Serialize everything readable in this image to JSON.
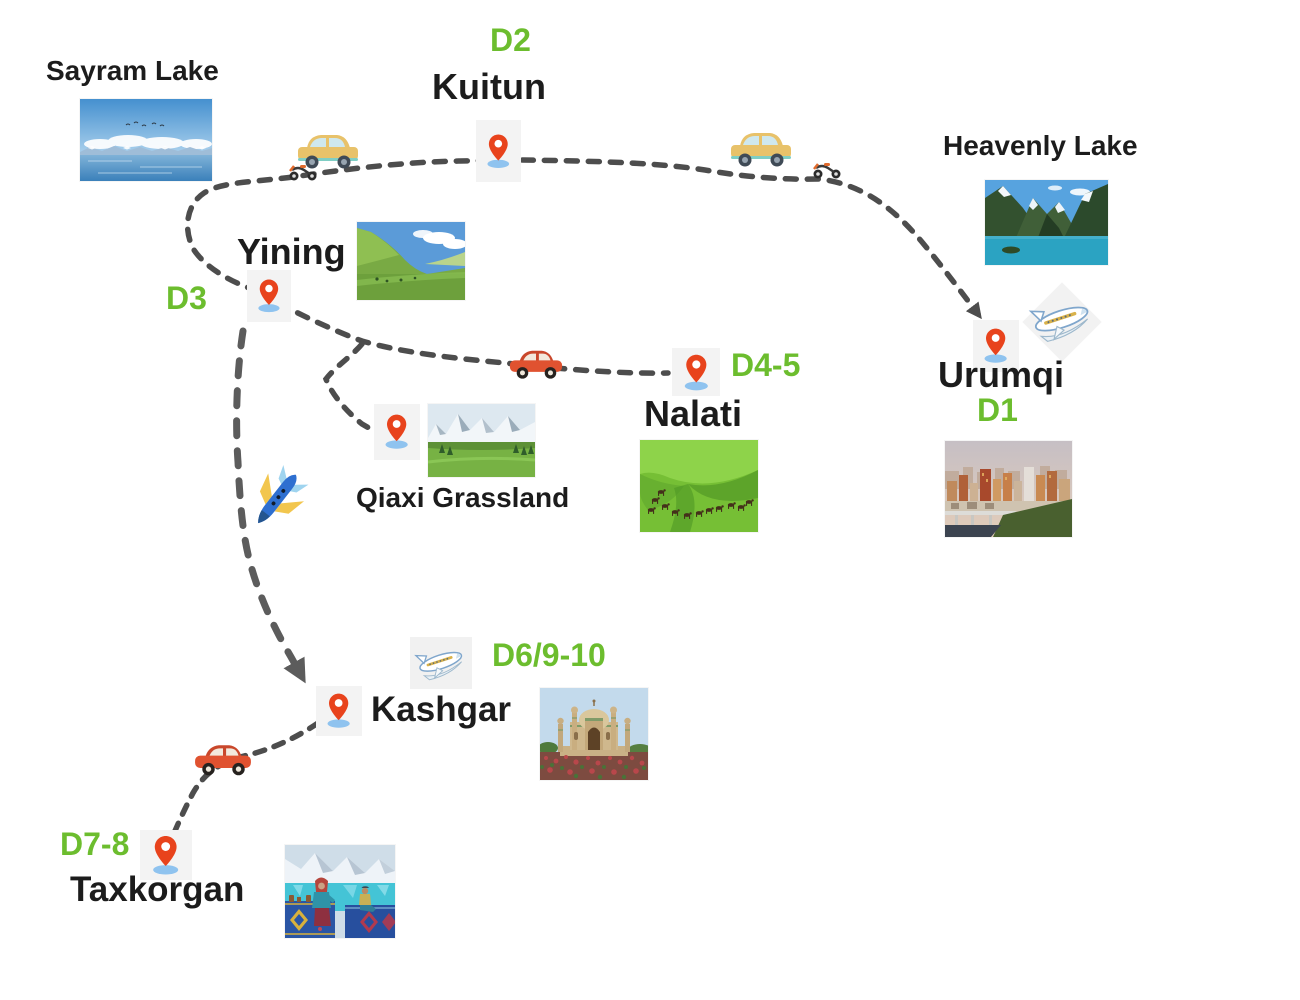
{
  "colors": {
    "green": "#6cbd2e",
    "ink": "#1c1c1c",
    "route": "#4d4d4d",
    "route-thick": "#5c5c5c",
    "pin-red": "#e8431c",
    "pin-shadow": "#8fc3ef",
    "pin-bg": "#f3f3f3"
  },
  "stops": [
    {
      "name": "Urumqi",
      "day": "D1"
    },
    {
      "name": "Kuitun",
      "day": "D2"
    },
    {
      "name": "Yining",
      "day": "D3"
    },
    {
      "name": "Nalati",
      "day": "D4-5"
    },
    {
      "name": "Kashgar",
      "day": "D6/9-10"
    },
    {
      "name": "Taxkorgan",
      "day": "D7-8"
    }
  ],
  "sights": [
    {
      "name": "Sayram Lake"
    },
    {
      "name": "Heavenly Lake"
    },
    {
      "name": "Qiaxi Grassland"
    }
  ],
  "icons": {
    "location-pin": "red map pin with blue shadow on light square",
    "yellow-car": "yellow SUV side view",
    "red-car": "red car side view",
    "white-plane": "white clipart jet",
    "blue-plane": "blue jet with yellow wings",
    "scooter": "small dark motorbike",
    "route-arrow": "gray arrowhead on dashed route"
  }
}
